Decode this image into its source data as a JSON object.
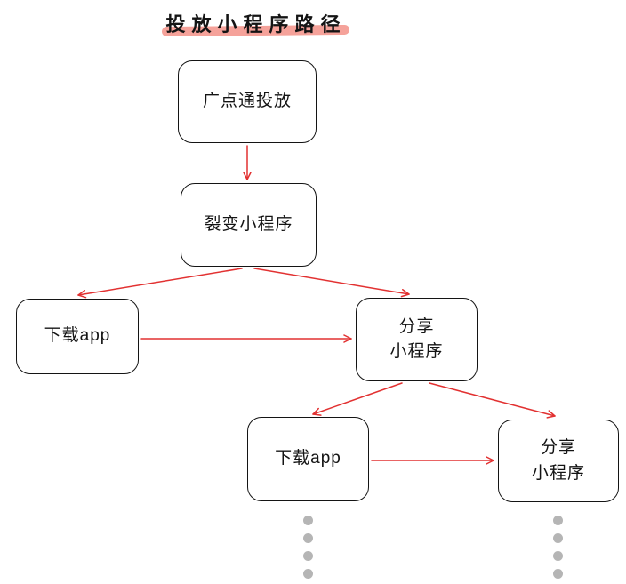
{
  "title": "投放小程序路径",
  "colors": {
    "arrow": "#e23131",
    "highlight": "#f5a29a",
    "dot": "#b5b5b5",
    "background": "#ffffff"
  },
  "nodes": {
    "guangdiantong": {
      "label": "广点通投放"
    },
    "liebian": {
      "label": "裂变小程序"
    },
    "download_app_1": {
      "label": "下载app"
    },
    "share_mini_1": {
      "label": "分享\n小程序"
    },
    "download_app_2": {
      "label": "下载app"
    },
    "share_mini_2": {
      "label": "分享\n小程序"
    }
  },
  "edges": [
    {
      "from": "guangdiantong",
      "to": "liebian"
    },
    {
      "from": "liebian",
      "to": "download_app_1"
    },
    {
      "from": "liebian",
      "to": "share_mini_1"
    },
    {
      "from": "download_app_1",
      "to": "share_mini_1"
    },
    {
      "from": "share_mini_1",
      "to": "download_app_2"
    },
    {
      "from": "share_mini_1",
      "to": "share_mini_2"
    },
    {
      "from": "download_app_2",
      "to": "share_mini_2"
    }
  ],
  "continuation": {
    "columns": 2,
    "dots_per_column": 4
  }
}
